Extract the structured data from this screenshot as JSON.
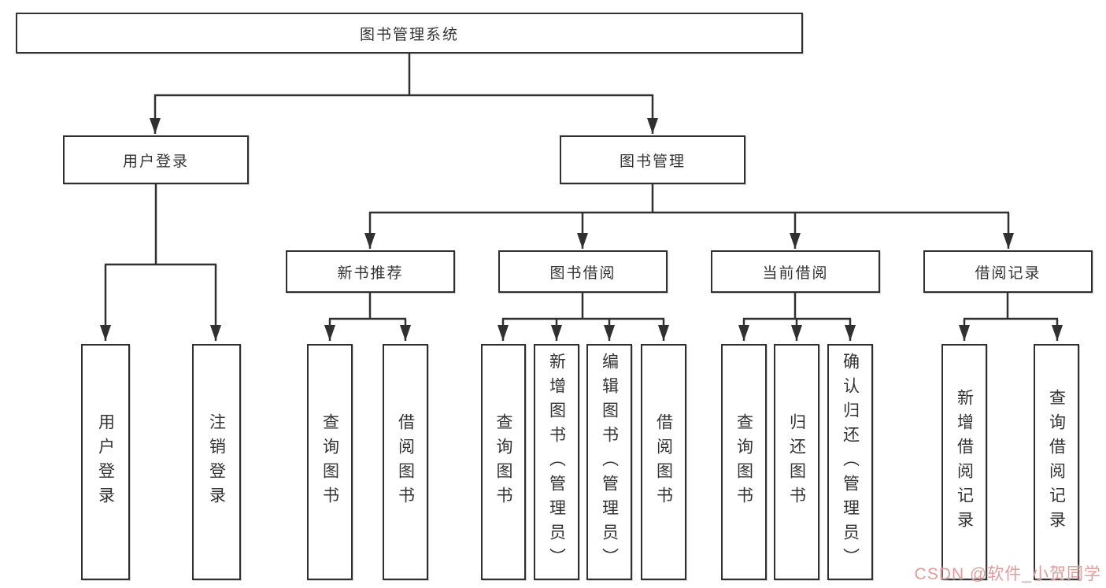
{
  "diagram": {
    "tree": {
      "root": {
        "label": "图书管理系统"
      },
      "level2": [
        {
          "label": "用户登录",
          "leaves": [
            {
              "label": "用户登录"
            },
            {
              "label": "注销登录"
            }
          ]
        },
        {
          "label": "图书管理",
          "children": [
            {
              "label": "新书推荐",
              "leaves": [
                {
                  "label": "查询图书"
                },
                {
                  "label": "借阅图书"
                }
              ]
            },
            {
              "label": "图书借阅",
              "leaves": [
                {
                  "label": "查询图书"
                },
                {
                  "label": "新增图书（管理员）"
                },
                {
                  "label": "编辑图书（管理员）"
                },
                {
                  "label": "借阅图书"
                }
              ]
            },
            {
              "label": "当前借阅",
              "leaves": [
                {
                  "label": "查询图书"
                },
                {
                  "label": "归还图书"
                },
                {
                  "label": "确认归还（管理员）"
                }
              ]
            },
            {
              "label": "借阅记录",
              "leaves": [
                {
                  "label": "新增借阅记录"
                },
                {
                  "label": "查询借阅记录"
                }
              ]
            }
          ]
        }
      ]
    }
  },
  "watermark": {
    "text": "CSDN @软件_小贺同学"
  },
  "colors": {
    "line": "#303030",
    "border": "#303030",
    "text": "#333333",
    "background": "#ffffff",
    "watermark": "#e59a9a"
  }
}
